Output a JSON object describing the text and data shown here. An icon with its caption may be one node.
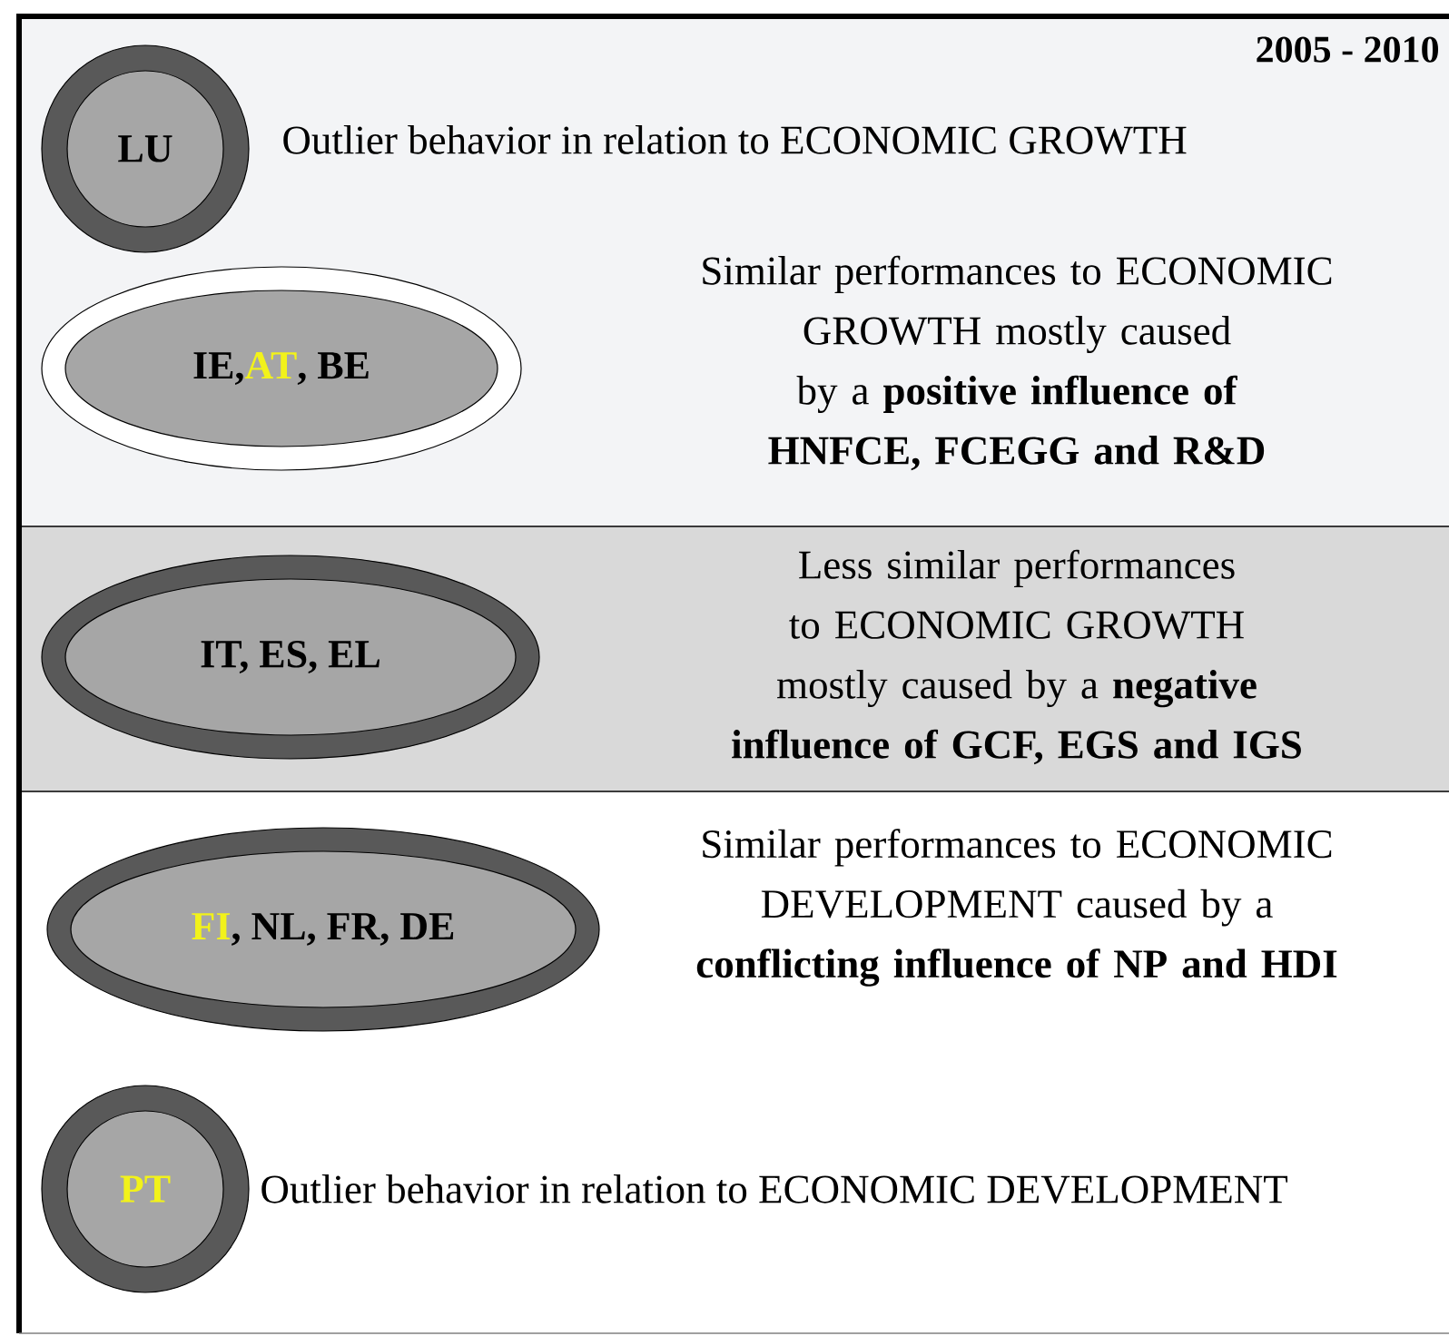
{
  "diagram": {
    "title": "2005 - 2010",
    "nodes": [
      {
        "text": [
          "LU"
        ],
        "beside": [
          "Outlier behavior in relation to ECONOMIC GROWTH"
        ]
      },
      {
        "text": [
          "IE,",
          "AT",
          ", BE"
        ]
      },
      {
        "text": [
          "IT, ES, EL"
        ]
      },
      {
        "text": [
          "FI",
          ", NL, FR, DE"
        ],
        "beside": [
          "Similar performances to ECONOMIC DEVELOPMENT caused by a **conflicting influence of NP and HDI**"
        ]
      },
      {
        "text": [
          "PT"
        ],
        "beside": [
          "Outlier behavior in relation to ECONOMIC DEVELOPMENT"
        ]
      }
    ],
    "labels": [
      "Similar performances to ECONOMIC GROWTH mostly caused by a **positive influence of HNFCE, FCEGG and R&D**",
      "Less similar performances to ECONOMIC GROWTH mostly caused by a **negative influence of GCF, EGS and IGS**"
    ]
  }
}
